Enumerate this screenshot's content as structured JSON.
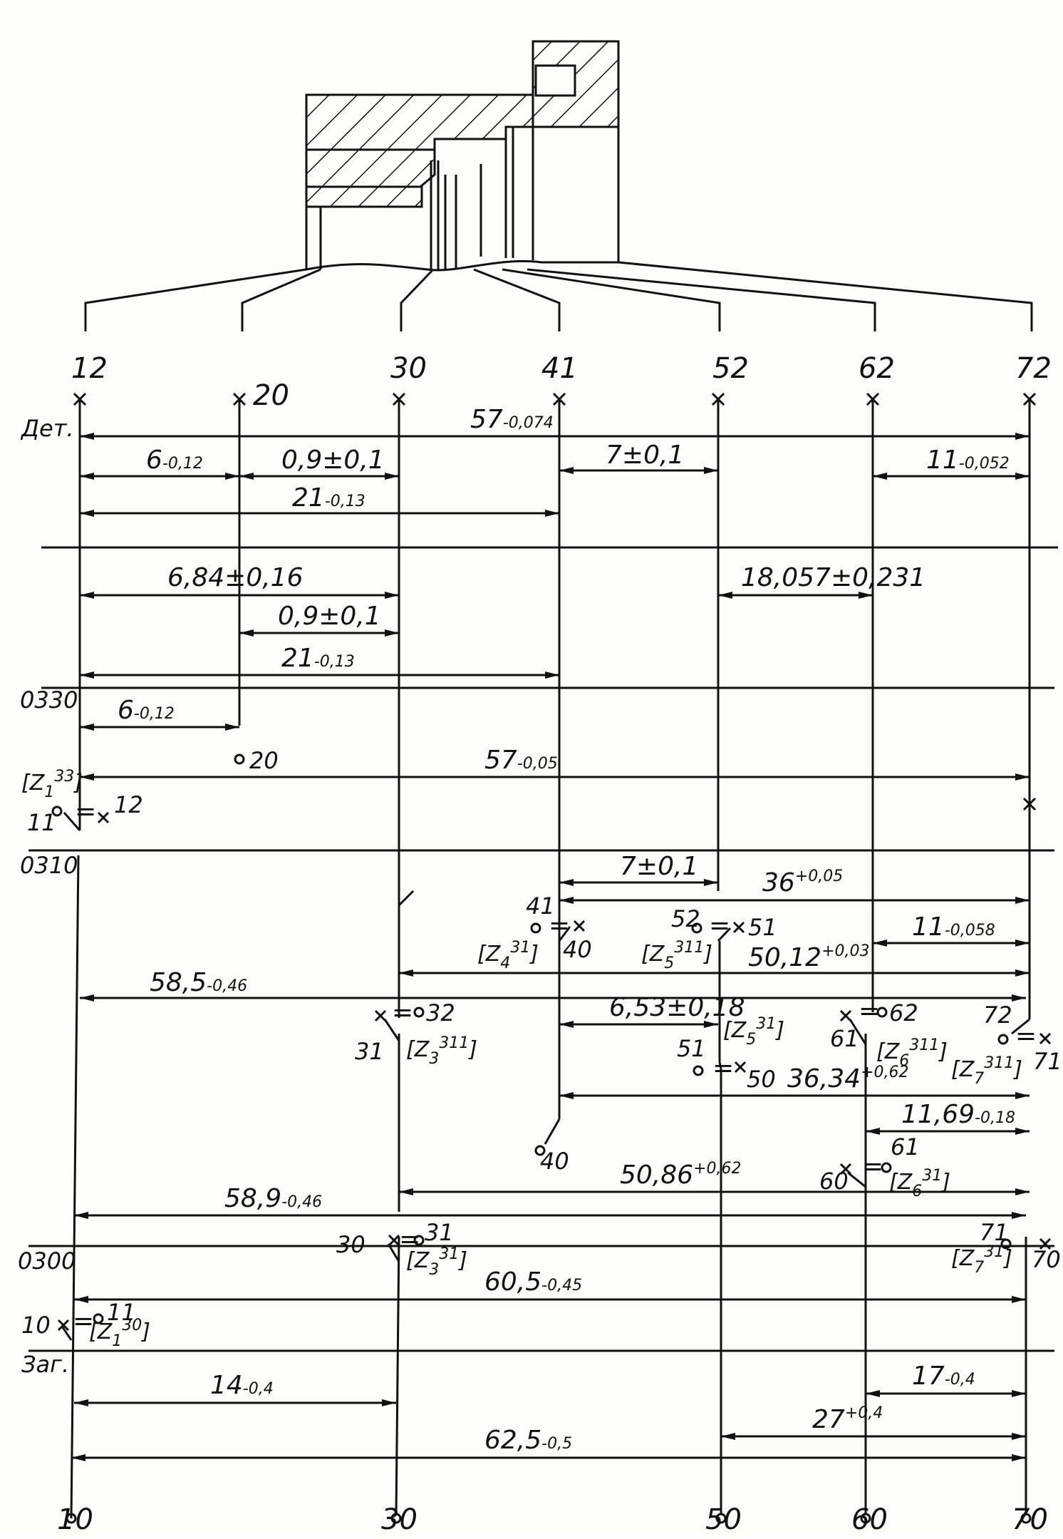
{
  "surfaces_top": [
    "12",
    "20",
    "30",
    "41",
    "52",
    "62",
    "72"
  ],
  "surfaces_bottom": [
    "10",
    "30",
    "50",
    "60",
    "70"
  ],
  "operations": {
    "detail": "Дет.",
    "op_0330": "0330",
    "op_0310": "0310",
    "op_0300": "0300",
    "blank": "Заг."
  },
  "dimensions": {
    "d_57_detail": {
      "v": "57",
      "t": "-0,074"
    },
    "d_6_detail": {
      "v": "6",
      "t": "-0,12"
    },
    "d_09_detail": {
      "v": "0,9±0,1",
      "t": ""
    },
    "d_7_detail": {
      "v": "7±0,1",
      "t": ""
    },
    "d_11_detail": {
      "v": "11",
      "t": "-0,052"
    },
    "d_21_detail": {
      "v": "21",
      "t": "-0,13"
    },
    "d_684": {
      "v": "6,84±0,16",
      "t": ""
    },
    "d_18057": {
      "v": "18,057±0,231",
      "t": ""
    },
    "d_09_0330": {
      "v": "0,9±0,1",
      "t": ""
    },
    "d_21_0330": {
      "v": "21",
      "t": "-0,13"
    },
    "d_6_0330": {
      "v": "6",
      "t": "-0,12"
    },
    "d_57_0330": {
      "v": "57",
      "t": "-0,05"
    },
    "d_7_0310": {
      "v": "7±0,1",
      "t": ""
    },
    "d_36": {
      "v": "36",
      "t": "+0,05"
    },
    "d_11_0310": {
      "v": "11",
      "t": "-0,058"
    },
    "d_5012": {
      "v": "50,12",
      "t": "+0,03"
    },
    "d_585": {
      "v": "58,5",
      "t": "-0,46"
    },
    "d_653": {
      "v": "6,53±0,18",
      "t": ""
    },
    "d_3634": {
      "v": "36,34",
      "t": "+0,62"
    },
    "d_1169": {
      "v": "11,69",
      "t": "-0,18"
    },
    "d_5086": {
      "v": "50,86",
      "t": "+0,62"
    },
    "d_589": {
      "v": "58,9",
      "t": "-0,46"
    },
    "d_605": {
      "v": "60,5",
      "t": "-0,45"
    },
    "d_14": {
      "v": "14",
      "t": "-0,4"
    },
    "d_17": {
      "v": "17",
      "t": "-0,4"
    },
    "d_27": {
      "v": "27",
      "t": "+0,4"
    },
    "d_625": {
      "v": "62,5",
      "t": "-0,5"
    }
  },
  "allowances": {
    "z1_33": {
      "z": "[Z",
      "sup": "33",
      "sub": "1",
      "close": "]"
    },
    "z4_31": {
      "z": "[Z",
      "sup": "31",
      "sub": "4",
      "close": "]"
    },
    "z5_311": {
      "z": "[Z",
      "sup": "311",
      "sub": "5",
      "close": "]"
    },
    "z5_31": {
      "z": "[Z",
      "sup": "31",
      "sub": "5",
      "close": "]"
    },
    "z3_311": {
      "z": "[Z",
      "sup": "311",
      "sub": "3",
      "close": "]"
    },
    "z6_311": {
      "z": "[Z",
      "sup": "311",
      "sub": "6",
      "close": "]"
    },
    "z7_311": {
      "z": "[Z",
      "sup": "311",
      "sub": "7",
      "close": "]"
    },
    "z6_31": {
      "z": "[Z",
      "sup": "31",
      "sub": "6",
      "close": "]"
    },
    "z3_31": {
      "z": "[Z",
      "sup": "31",
      "sub": "3",
      "close": "]"
    },
    "z7_31": {
      "z": "[Z",
      "sup": "31",
      "sub": "7",
      "close": "]"
    },
    "z1_30": {
      "z": "[Z",
      "sup": "30",
      "sub": "1",
      "close": "]"
    }
  },
  "surface_marks": {
    "m20a": "20",
    "m20b": "20",
    "m12": "12",
    "m11": "11",
    "m41": "41",
    "m40a": "40",
    "m52": "52",
    "m51a": "51",
    "m32": "32",
    "m31a": "31",
    "m62": "62",
    "m61a": "61",
    "m72": "72",
    "m71a": "71",
    "m51b": "51",
    "m50": "50",
    "m40b": "40",
    "m61b": "61",
    "m60": "60",
    "m30": "30",
    "m31b": "31",
    "m71b": "71",
    "m70": "70",
    "m10": "10",
    "m11b": "11"
  },
  "eq": "="
}
